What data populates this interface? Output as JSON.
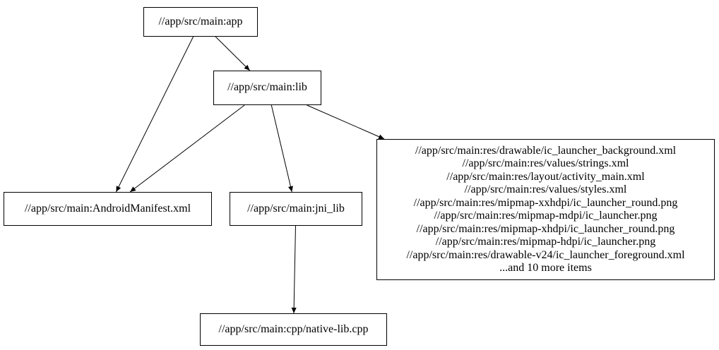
{
  "graph": {
    "background_color": "#ffffff",
    "node_border_color": "#000000",
    "edge_color": "#000000",
    "text_color": "#000000",
    "nodes": [
      {
        "id": "app",
        "label": "//app/src/main:app"
      },
      {
        "id": "lib",
        "label": "//app/src/main:lib"
      },
      {
        "id": "manifest",
        "label": "//app/src/main:AndroidManifest.xml"
      },
      {
        "id": "jni",
        "label": "//app/src/main:jni_lib"
      },
      {
        "id": "res",
        "label": "//app/src/main:res/drawable/ic_launcher_background.xml\n//app/src/main:res/values/strings.xml\n//app/src/main:res/layout/activity_main.xml\n//app/src/main:res/values/styles.xml\n//app/src/main:res/mipmap-xxhdpi/ic_launcher_round.png\n//app/src/main:res/mipmap-mdpi/ic_launcher.png\n//app/src/main:res/mipmap-xhdpi/ic_launcher_round.png\n//app/src/main:res/mipmap-hdpi/ic_launcher.png\n//app/src/main:res/drawable-v24/ic_launcher_foreground.xml\n...and 10 more items"
      },
      {
        "id": "native",
        "label": "//app/src/main:cpp/native-lib.cpp"
      }
    ],
    "edges": [
      {
        "from": "app",
        "to": "lib"
      },
      {
        "from": "app",
        "to": "manifest"
      },
      {
        "from": "lib",
        "to": "manifest"
      },
      {
        "from": "lib",
        "to": "jni"
      },
      {
        "from": "lib",
        "to": "res"
      },
      {
        "from": "jni",
        "to": "native"
      }
    ]
  }
}
